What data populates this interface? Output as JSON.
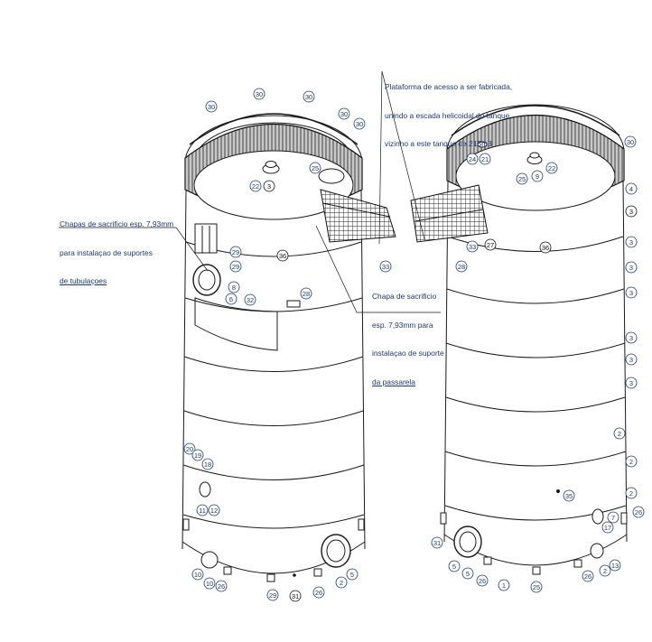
{
  "notes": {
    "platform": [
      "Plataforma de acesso a ser fabricada,",
      "unindo a escada helicoidal do tanque",
      "vizinho a este tanque de 215m3"
    ],
    "sacrificial_pipes": [
      "Chapas de sacrificio esp. 7,93mm",
      "para instalaçao de suportes",
      "de tubulaçoes"
    ],
    "sacrificial_walkway": [
      "Chapa de sacrificio",
      "esp. 7,93mm para",
      "instalaçao de suporte",
      "da passarela"
    ]
  },
  "balloons": [
    "30",
    "30",
    "30",
    "30",
    "30",
    "22",
    "3",
    "25",
    "36",
    "29",
    "29",
    "8",
    "6",
    "32",
    "28",
    "33",
    "20",
    "19",
    "18",
    "11",
    "12",
    "10",
    "10",
    "26",
    "29",
    "31",
    "26",
    "2",
    "5",
    "24",
    "21",
    "9",
    "22",
    "25",
    "30",
    "4",
    "3",
    "3",
    "3",
    "3",
    "3",
    "3",
    "3",
    "2",
    "2",
    "2",
    "7",
    "26",
    "17",
    "36",
    "27",
    "33",
    "28",
    "35",
    "31",
    "5",
    "5",
    "26",
    "1",
    "25",
    "26",
    "2",
    "13"
  ],
  "colors": {
    "line": "#1a1a1a",
    "annotation": "#1a3a7a"
  }
}
